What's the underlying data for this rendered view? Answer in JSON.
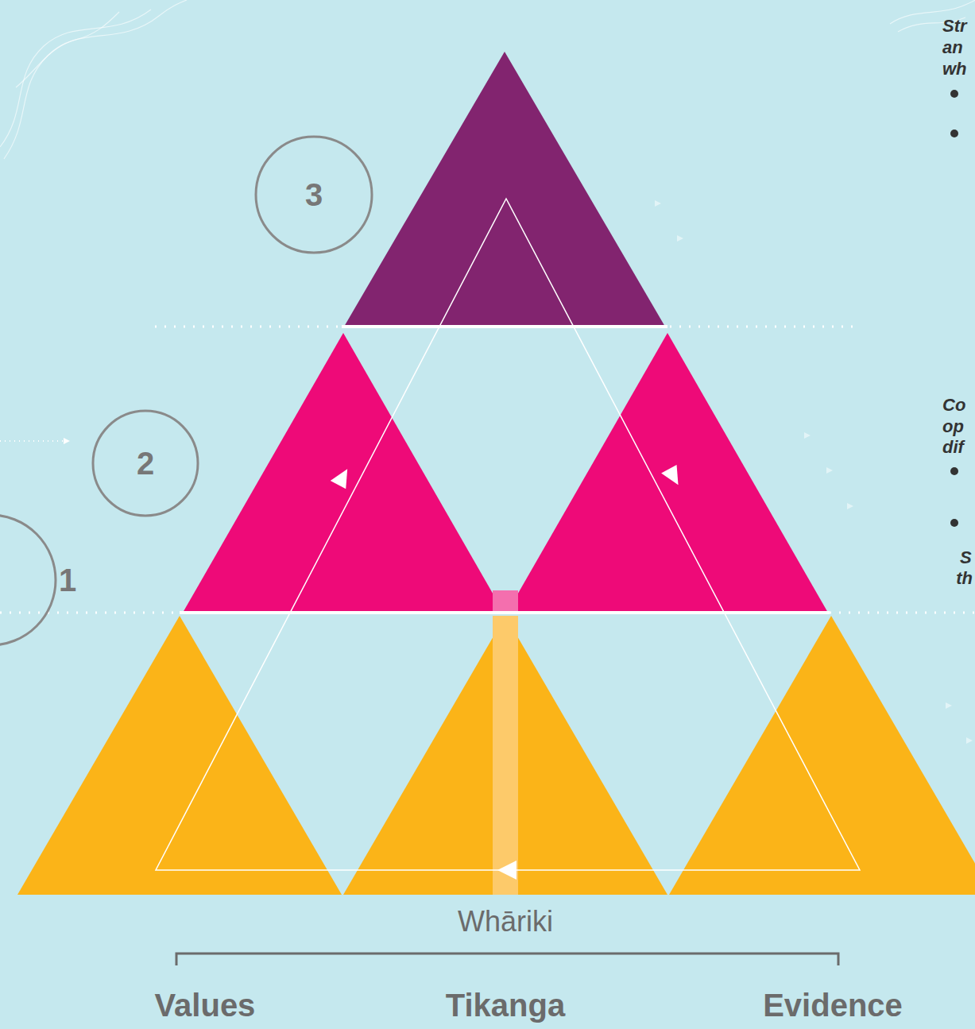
{
  "diagram": {
    "nodes": [
      {
        "text": [
          "3"
        ]
      },
      {
        "text": [
          "2"
        ]
      },
      {
        "text": [
          "1"
        ]
      }
    ],
    "labels": [
      "Str",
      "an",
      "wh",
      "Co",
      "op",
      "dif",
      "S",
      "th",
      "Whāriki",
      "Values",
      "Tikanga",
      "Evidence"
    ]
  }
}
